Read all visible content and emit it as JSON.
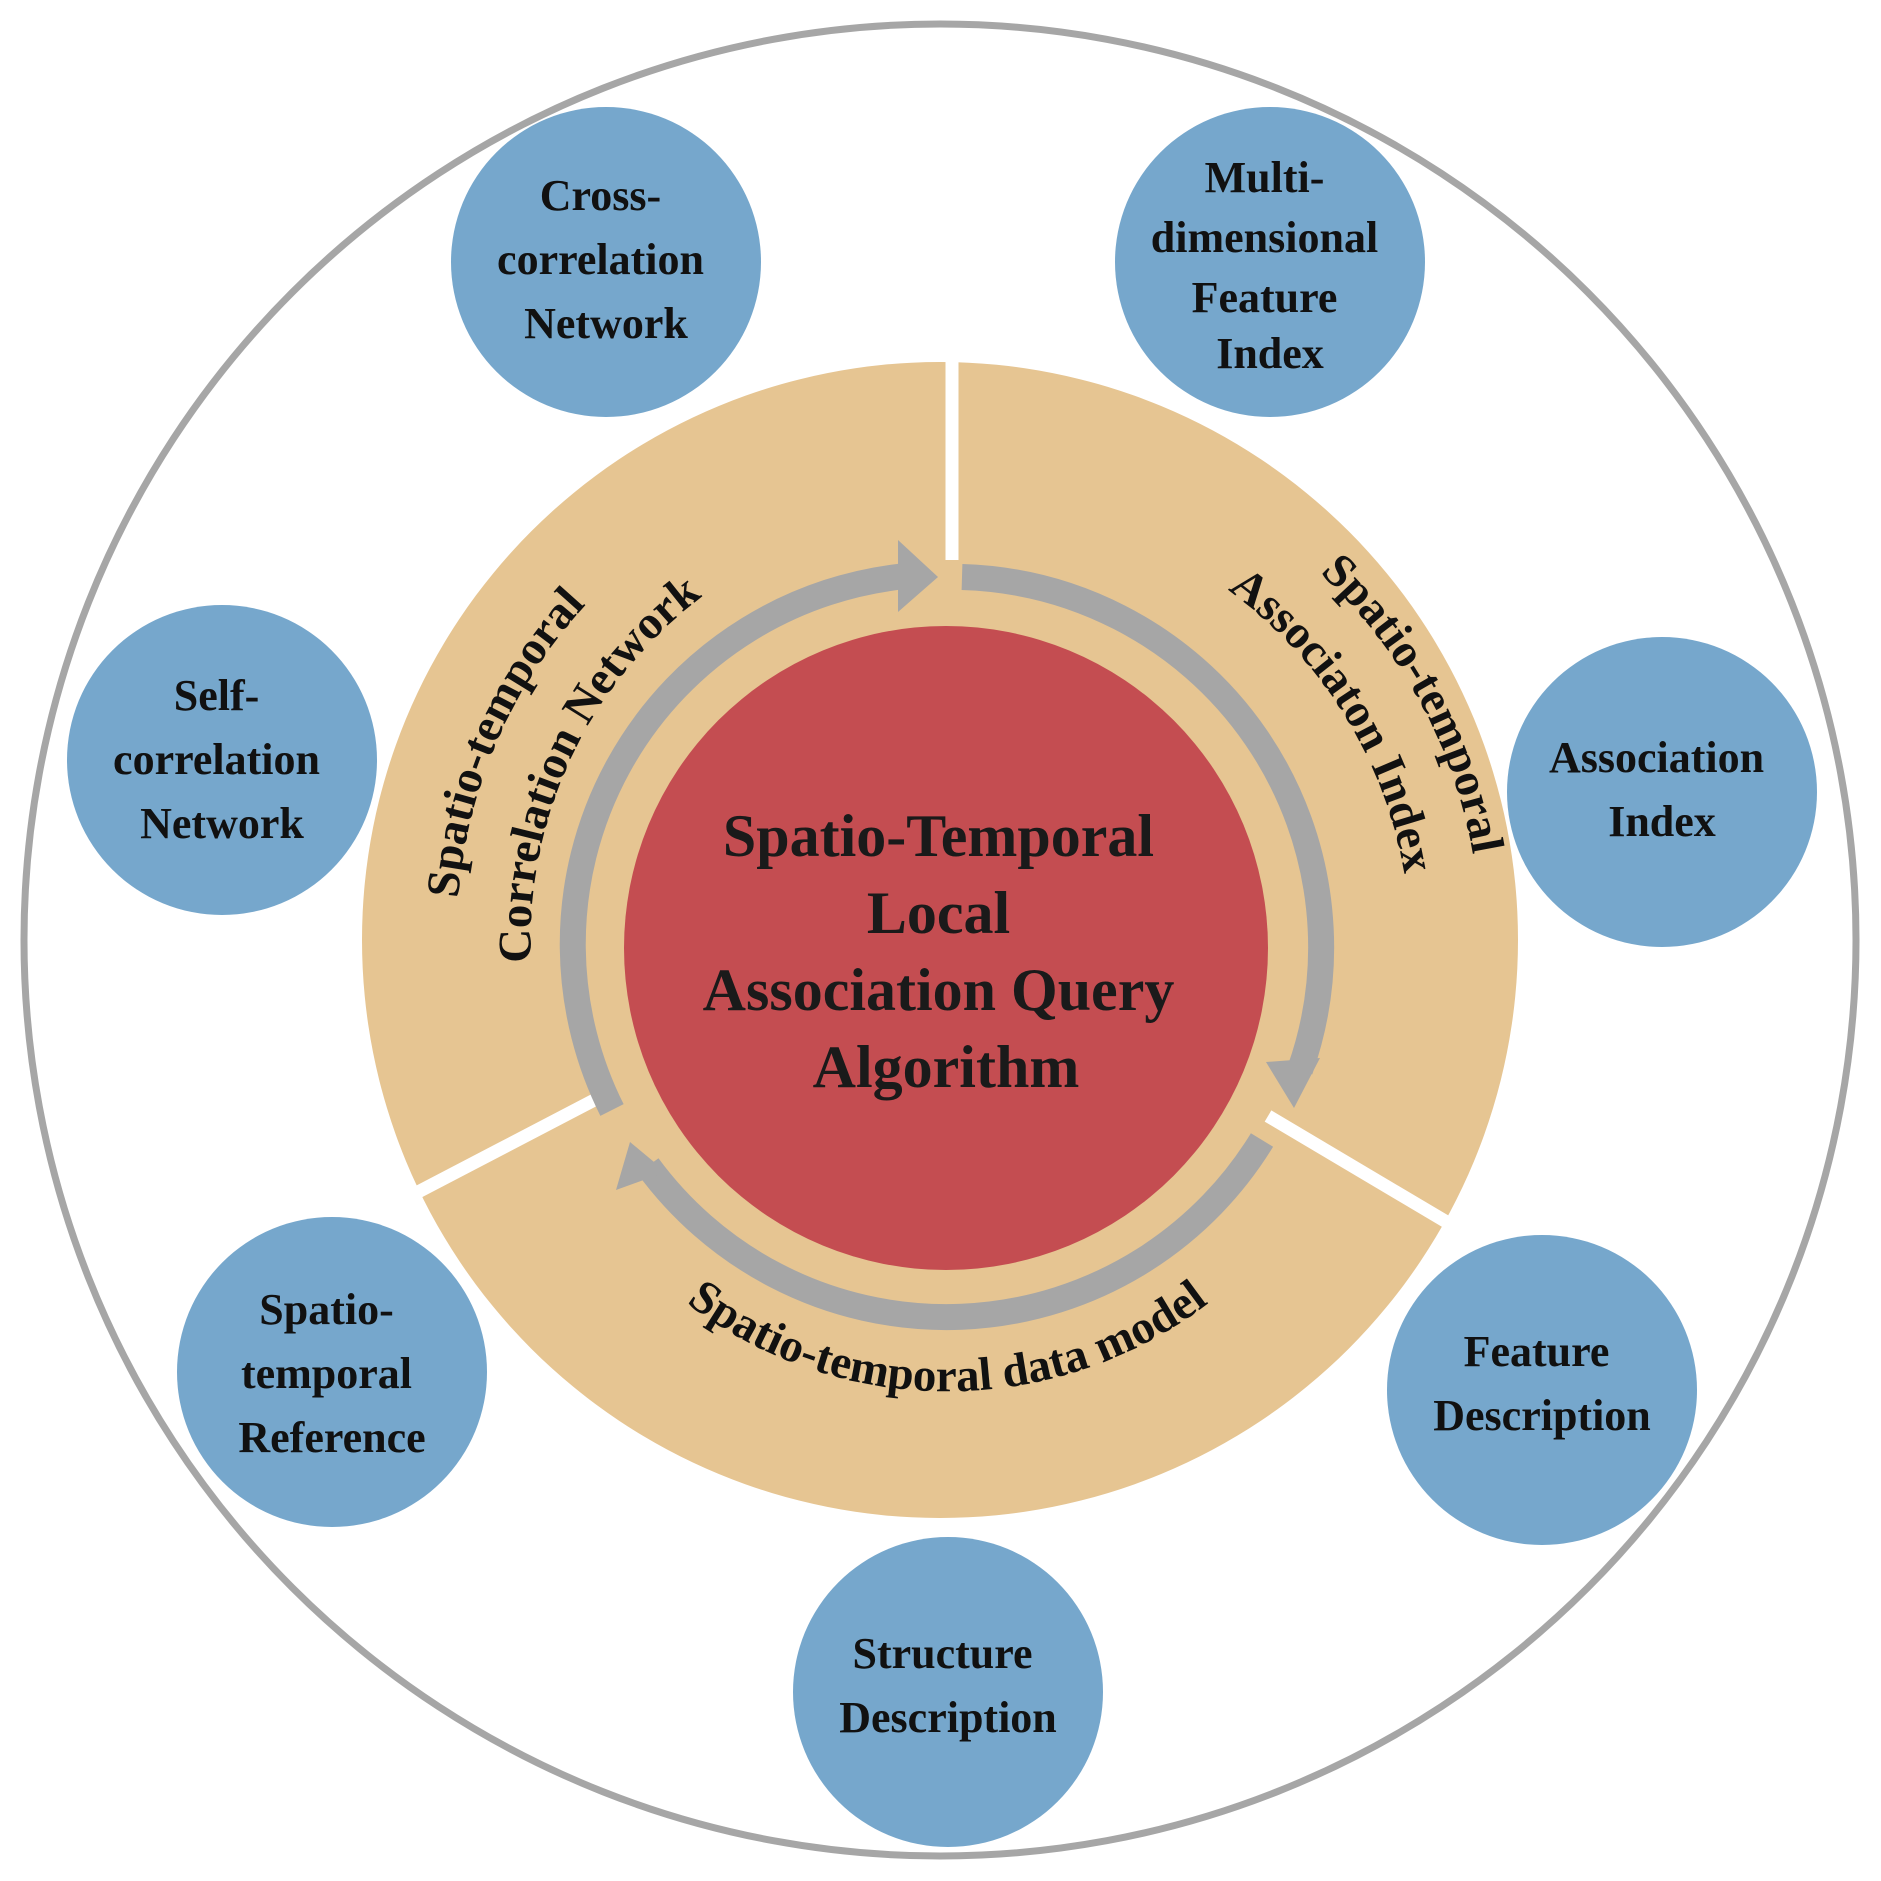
{
  "center": {
    "lines": [
      "Spatio-Temporal",
      "Local",
      "Association Query",
      "Algorithm"
    ]
  },
  "bands": [
    {
      "id": "band-correlation-network",
      "lines": [
        "Spatio-temporal",
        "Correlation Network"
      ]
    },
    {
      "id": "band-association-index",
      "lines": [
        "Spatio-temporal",
        "Associaton Index"
      ]
    },
    {
      "id": "band-data-model",
      "lines": [
        "Spatio-temporal data model"
      ]
    }
  ],
  "nodes": [
    {
      "id": "cross-correlation-network",
      "lines": [
        "Cross-",
        "correlation",
        "Network"
      ]
    },
    {
      "id": "multi-dimensional-feature-index",
      "lines": [
        "Multi-",
        "dimensional",
        "Feature",
        "Index"
      ]
    },
    {
      "id": "self-correlation-network",
      "lines": [
        "Self-",
        "correlation",
        "Network"
      ]
    },
    {
      "id": "association-index",
      "lines": [
        "Association",
        "Index"
      ]
    },
    {
      "id": "spatio-temporal-reference",
      "lines": [
        "Spatio-",
        "temporal",
        "Reference"
      ]
    },
    {
      "id": "feature-description",
      "lines": [
        "Feature",
        "Description"
      ]
    },
    {
      "id": "structure-description",
      "lines": [
        "Structure",
        "Description"
      ]
    }
  ],
  "colors": {
    "outer_ring": "#a6a6a6",
    "band": "#e6c592",
    "center": "#c44d51",
    "node": "#76a7cc",
    "arrow": "#a6a6a6"
  }
}
